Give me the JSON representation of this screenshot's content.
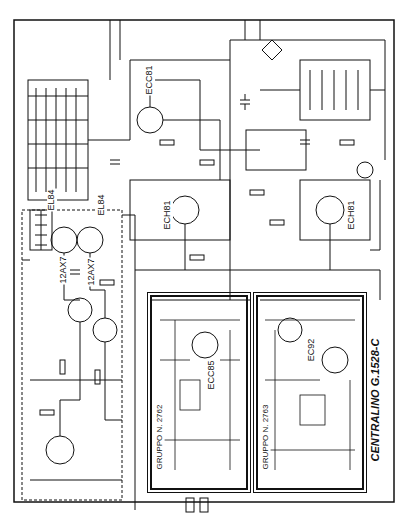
{
  "diagram": {
    "title": "CENTRALINO G.1528-C",
    "nodes": [
      {
        "text": [
          "GRUPPO N. 2762"
        ]
      },
      {
        "text": [
          "GRUPPO N. 2763"
        ]
      }
    ],
    "labels": [
      "12AX7",
      "12AX7",
      "EL84",
      "EL84",
      "ECC81",
      "ECH81",
      "ECH81",
      "ECC85",
      "EC92"
    ]
  }
}
